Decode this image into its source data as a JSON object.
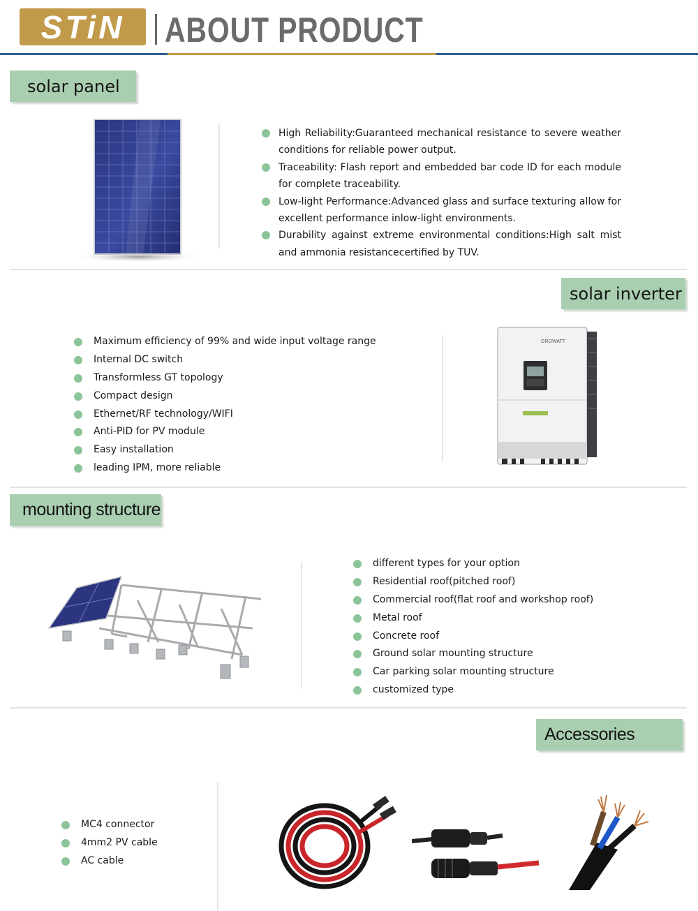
{
  "header": {
    "logo_text": "STiN",
    "title": "ABOUT PRODUCT"
  },
  "sections": {
    "solar_panel": {
      "label": "solar panel",
      "features": [
        "High Reliability:Guaranteed mechanical resistance to severe weather conditions for reliable power output.",
        "Traceability: Flash report and embedded bar code ID for each module for complete traceability.",
        "Low-light Performance:Advanced glass and surface texturing allow for excellent performance inlow-light environments.",
        "Durability against extreme environmental conditions:High salt mist and ammonia resistancecertified by TUV."
      ]
    },
    "solar_inverter": {
      "label": "solar inverter",
      "brand_text": "GROWATT",
      "features": [
        "Maximum efficiency of 99% and wide input voltage range",
        "Internal DC switch",
        "Transformless GT topology",
        "Compact design",
        "Ethernet/RF technology/WIFI",
        "Anti-PID for PV module",
        "Easy installation",
        "leading IPM, more reliable"
      ]
    },
    "mounting_structure": {
      "label": "mounting structure",
      "features": [
        "different types for your option",
        "Residential roof(pitched roof)",
        "Commercial roof(flat roof and workshop roof)",
        "Metal roof",
        "Concrete roof",
        "Ground solar mounting structure",
        "Car parking solar mounting structure",
        "customized type"
      ]
    },
    "accessories": {
      "label": "Accessories",
      "features": [
        "MC4 connector",
        "4mm2 PV cable",
        "AC cable"
      ]
    }
  },
  "colors": {
    "label_bg": "#a9cfb0",
    "bullet": "#8cc49a",
    "brand_gold": "#c19a4a",
    "brand_blue": "#2f5f8f",
    "title_gray": "#6b6b6b"
  }
}
